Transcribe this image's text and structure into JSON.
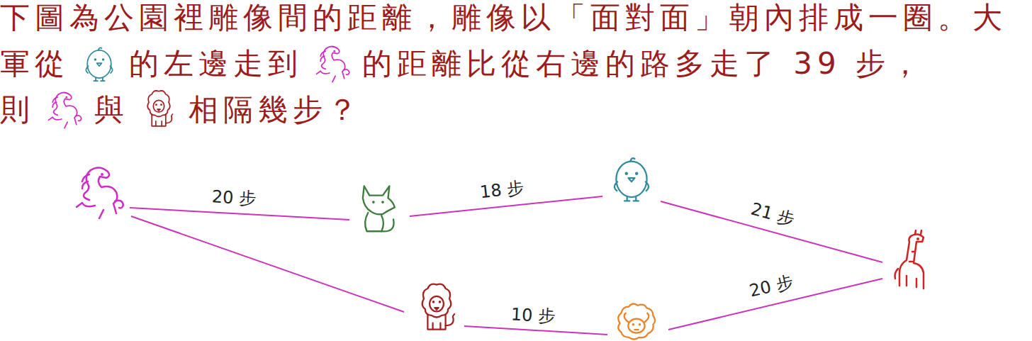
{
  "diagram": {
    "labels": [
      "下圖為公園裡雕像間的距離，雕像以「面對面」朝內排成一圈。大軍從",
      "的左邊走到",
      "的距離比從右邊的路多走了 39 步，",
      "則",
      "與",
      "相隔幾步？",
      "20 步",
      "18 步",
      "21 步",
      "20 步",
      "10 步"
    ]
  }
}
